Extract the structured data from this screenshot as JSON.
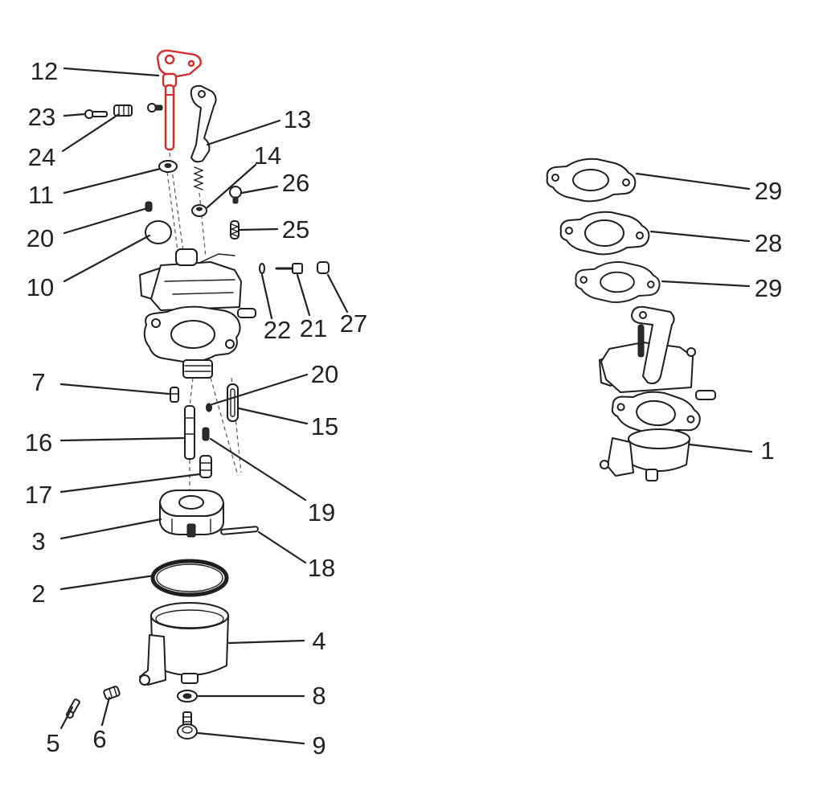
{
  "diagram": {
    "highlight_color": "#d42a2a",
    "ink_color": "#1e1e1e",
    "callouts": [
      "12",
      "23",
      "24",
      "11",
      "20",
      "10",
      "7",
      "16",
      "17",
      "3",
      "2",
      "5",
      "6",
      "13",
      "14",
      "26",
      "25",
      "22",
      "21",
      "27",
      "20",
      "15",
      "19",
      "18",
      "4",
      "8",
      "9",
      "29",
      "28",
      "29",
      "1"
    ]
  }
}
